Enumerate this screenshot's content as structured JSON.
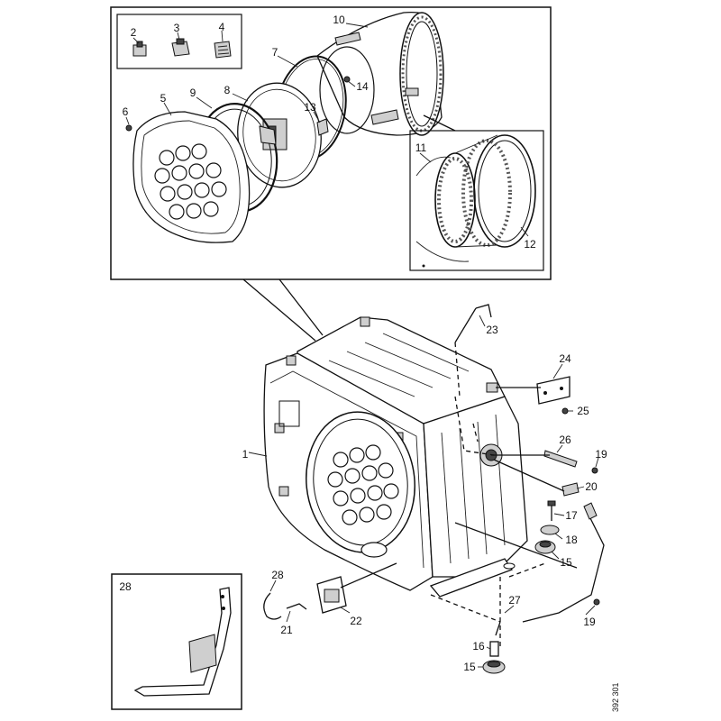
{
  "callouts": [
    {
      "id": "c2",
      "text": "2"
    },
    {
      "id": "c3",
      "text": "3"
    },
    {
      "id": "c4",
      "text": "4"
    },
    {
      "id": "c10",
      "text": "10"
    },
    {
      "id": "c7",
      "text": "7"
    },
    {
      "id": "c14",
      "text": "14"
    },
    {
      "id": "c5",
      "text": "5"
    },
    {
      "id": "c9",
      "text": "9"
    },
    {
      "id": "c8",
      "text": "8"
    },
    {
      "id": "c6",
      "text": "6"
    },
    {
      "id": "c13",
      "text": "13"
    },
    {
      "id": "c11",
      "text": "11"
    },
    {
      "id": "c12",
      "text": "12"
    },
    {
      "id": "c23",
      "text": "23"
    },
    {
      "id": "c24",
      "text": "24"
    },
    {
      "id": "c25",
      "text": "25"
    },
    {
      "id": "c1",
      "text": "1"
    },
    {
      "id": "c26",
      "text": "26"
    },
    {
      "id": "c19a",
      "text": "19"
    },
    {
      "id": "c20",
      "text": "20"
    },
    {
      "id": "c17",
      "text": "17"
    },
    {
      "id": "c18",
      "text": "18"
    },
    {
      "id": "c15a",
      "text": "15"
    },
    {
      "id": "c28a",
      "text": "28"
    },
    {
      "id": "c28b",
      "text": "28"
    },
    {
      "id": "c21",
      "text": "21"
    },
    {
      "id": "c22",
      "text": "22"
    },
    {
      "id": "c27",
      "text": "27"
    },
    {
      "id": "c19b",
      "text": "19"
    },
    {
      "id": "c16",
      "text": "16"
    },
    {
      "id": "c15b",
      "text": "15"
    }
  ],
  "reference_number": "392 301"
}
